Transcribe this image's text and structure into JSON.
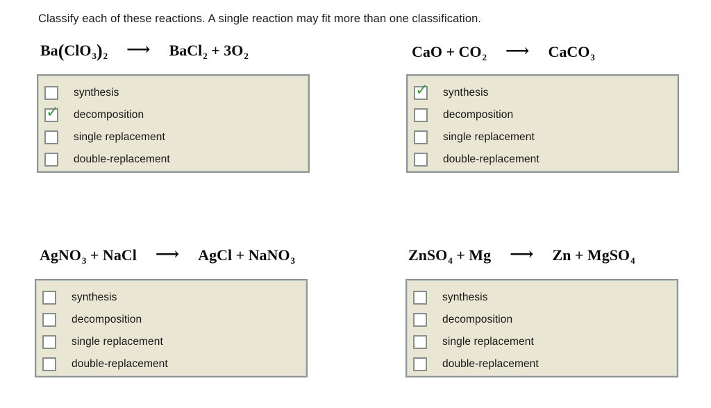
{
  "instruction": "Classify each of these reactions. A single reaction may fit more than one classification.",
  "options": [
    "synthesis",
    "decomposition",
    "single replacement",
    "double-replacement"
  ],
  "icons": {
    "check": "✓",
    "arrow": "⟶"
  },
  "colors": {
    "panel_bg": "#e9e6d3",
    "panel_border": "#8e9693",
    "checkbox_border": "#878f8d",
    "check_green": "#3f9b40",
    "text": "#1b1b1b"
  },
  "reactions": [
    {
      "equation_text": "Ba(ClO₃)₂ ⟶ BaCl₂ + 3O₂",
      "equation": [
        {
          "t": "Ba"
        },
        {
          "p": "("
        },
        {
          "t": "ClO"
        },
        {
          "s": "3"
        },
        {
          "p": ")"
        },
        {
          "s": "2"
        },
        {
          "arrow": true
        },
        {
          "t": "BaCl"
        },
        {
          "s": "2"
        },
        {
          "t": " + 3O"
        },
        {
          "s": "2"
        }
      ],
      "checks": [
        false,
        true,
        false,
        false
      ]
    },
    {
      "equation_text": "CaO + CO₂ ⟶ CaCO₃",
      "equation": [
        {
          "t": "CaO + CO"
        },
        {
          "s": "2"
        },
        {
          "arrow": true
        },
        {
          "t": "CaCO"
        },
        {
          "s": "3"
        }
      ],
      "checks": [
        true,
        false,
        false,
        false
      ]
    },
    {
      "equation_text": "AgNO₃ + NaCl ⟶ AgCl + NaNO₃",
      "equation": [
        {
          "t": "AgNO"
        },
        {
          "s": "3"
        },
        {
          "t": " + NaCl"
        },
        {
          "arrow": true
        },
        {
          "t": "AgCl + NaNO"
        },
        {
          "s": "3"
        }
      ],
      "checks": [
        false,
        false,
        false,
        false
      ]
    },
    {
      "equation_text": "ZnSO₄ + Mg ⟶ Zn + MgSO₄",
      "equation": [
        {
          "t": "ZnSO"
        },
        {
          "s": "4"
        },
        {
          "t": " + Mg"
        },
        {
          "arrow": true
        },
        {
          "t": "Zn + MgSO"
        },
        {
          "s": "4"
        }
      ],
      "checks": [
        false,
        false,
        false,
        false
      ]
    }
  ]
}
